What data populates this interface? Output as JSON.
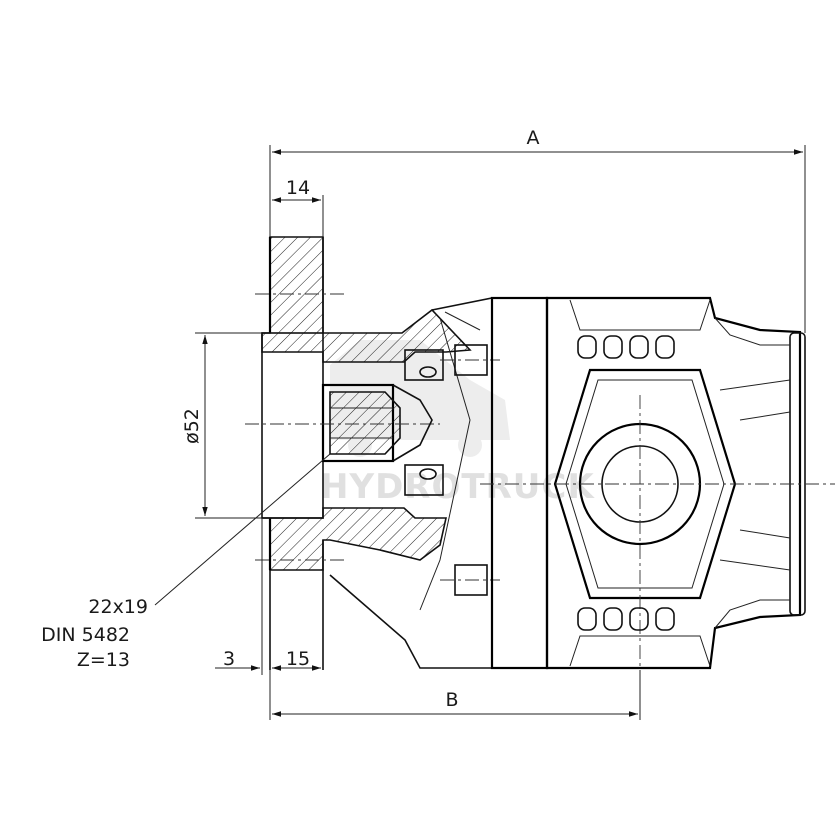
{
  "dimensions": {
    "overall_length": "A",
    "shaft_length": "B",
    "flange_width": "14",
    "pilot_diameter": "ø52",
    "shaft_offset": "3",
    "shaft_step": "15"
  },
  "shaft_spec": {
    "line1": "22x19",
    "line2": "DIN 5482",
    "line3": "Z=13"
  },
  "watermark": "HYDROTRUCK",
  "colors": {
    "line": "#111111",
    "background": "#ffffff",
    "watermark": "#c8c8c8"
  }
}
